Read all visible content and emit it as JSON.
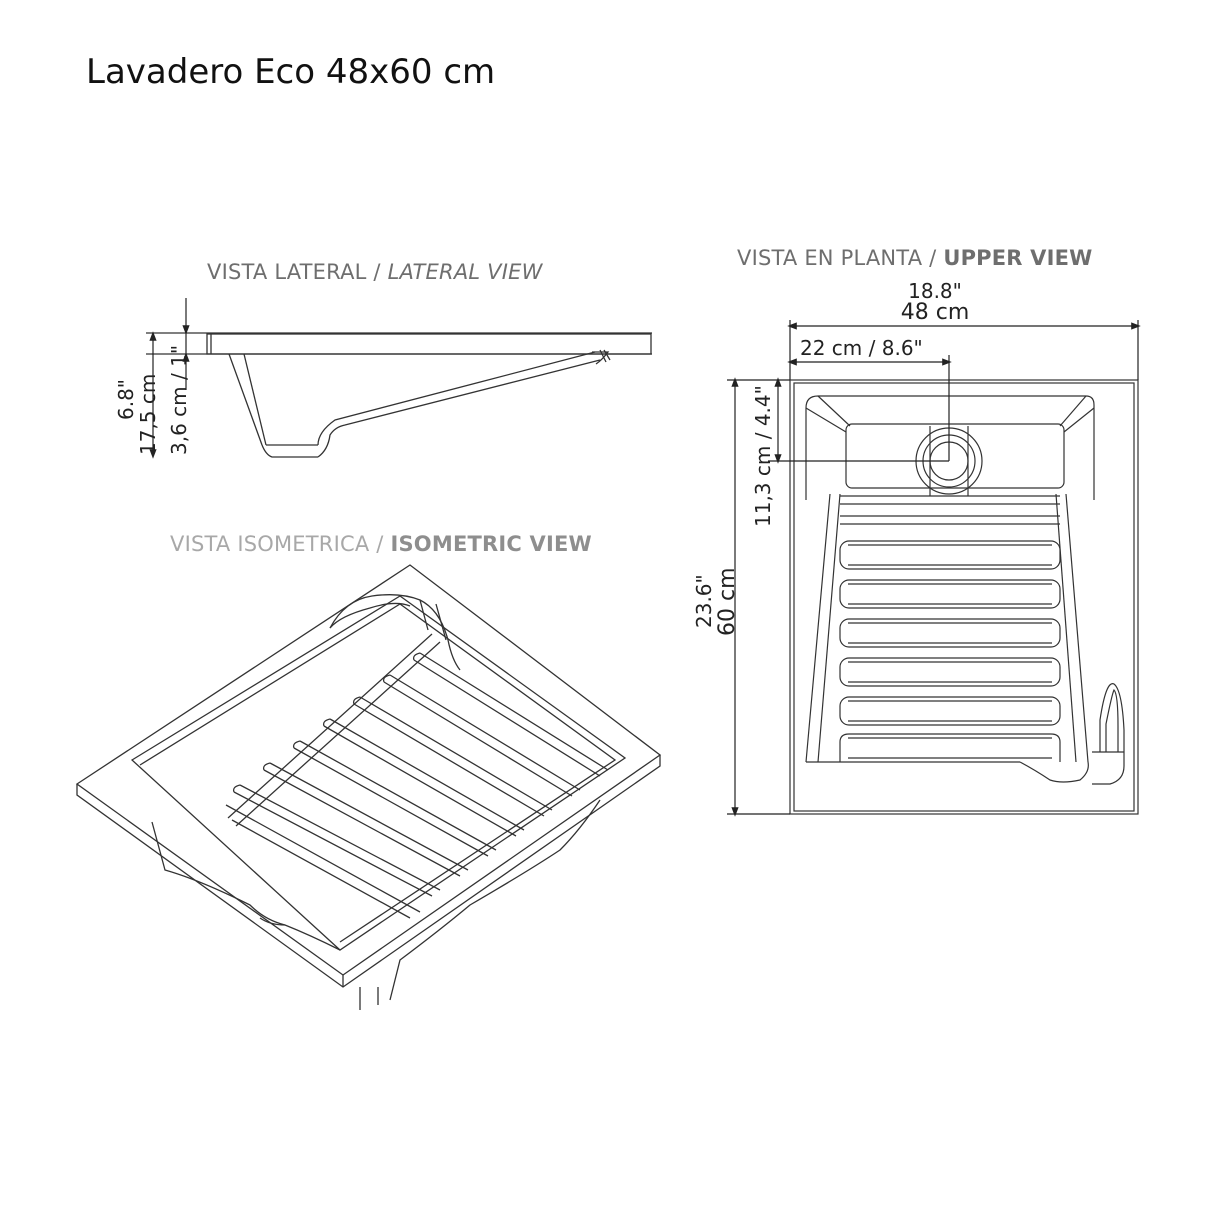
{
  "title": "Lavadero Eco 48x60 cm",
  "views": {
    "lateral": {
      "label_es": "VISTA LATERAL /",
      "label_en": "LATERAL VIEW",
      "dimensions": {
        "total_height_in": "6.8\"",
        "total_height_cm": "17,5 cm",
        "rim_height": "3,6 cm / 1\""
      }
    },
    "upper": {
      "label_es": "VISTA EN PLANTA /",
      "label_en": "UPPER VIEW",
      "dimensions": {
        "width_in": "18.8\"",
        "width_cm": "48 cm",
        "drain_offset_x": "22 cm  / 8.6\"",
        "drain_offset_y": "11,3 cm / 4.4\"",
        "length_in": "23.6\"",
        "length_cm": "60 cm"
      },
      "washboard_ribs": 7
    },
    "isometric": {
      "label_es": "VISTA ISOMETRICA /",
      "label_en": "ISOMETRIC VIEW"
    }
  },
  "colors": {
    "line": "#333333",
    "label_gray": "#6e6e6e",
    "label_light": "#a8a8a8"
  }
}
